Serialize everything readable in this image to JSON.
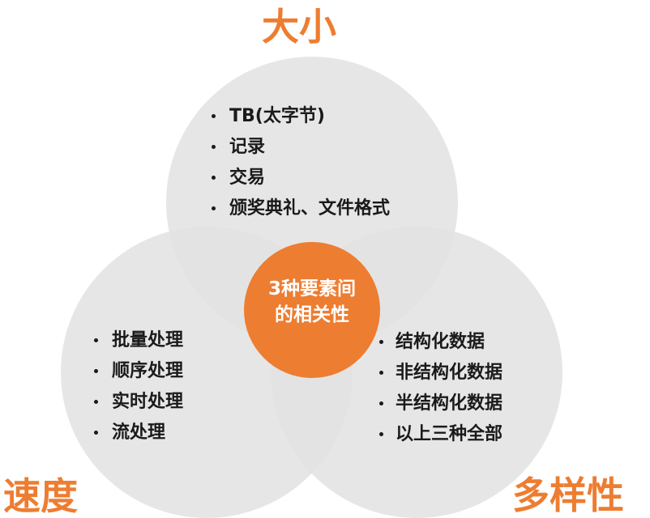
{
  "accent_color": "#ED7D31",
  "circle_color": "#E3E3E3",
  "center": {
    "line1": "3种要素间",
    "line2": "的相关性"
  },
  "size": {
    "title": "大小",
    "items": [
      "TB(太字节)",
      "记录",
      "交易",
      "颁奖典礼、文件格式"
    ]
  },
  "speed": {
    "title": "速度",
    "items": [
      "批量处理",
      "顺序处理",
      "实时处理",
      "流处理"
    ]
  },
  "variety": {
    "title": "多样性",
    "items": [
      "结构化数据",
      "非结构化数据",
      "半结构化数据",
      "以上三种全部"
    ]
  }
}
